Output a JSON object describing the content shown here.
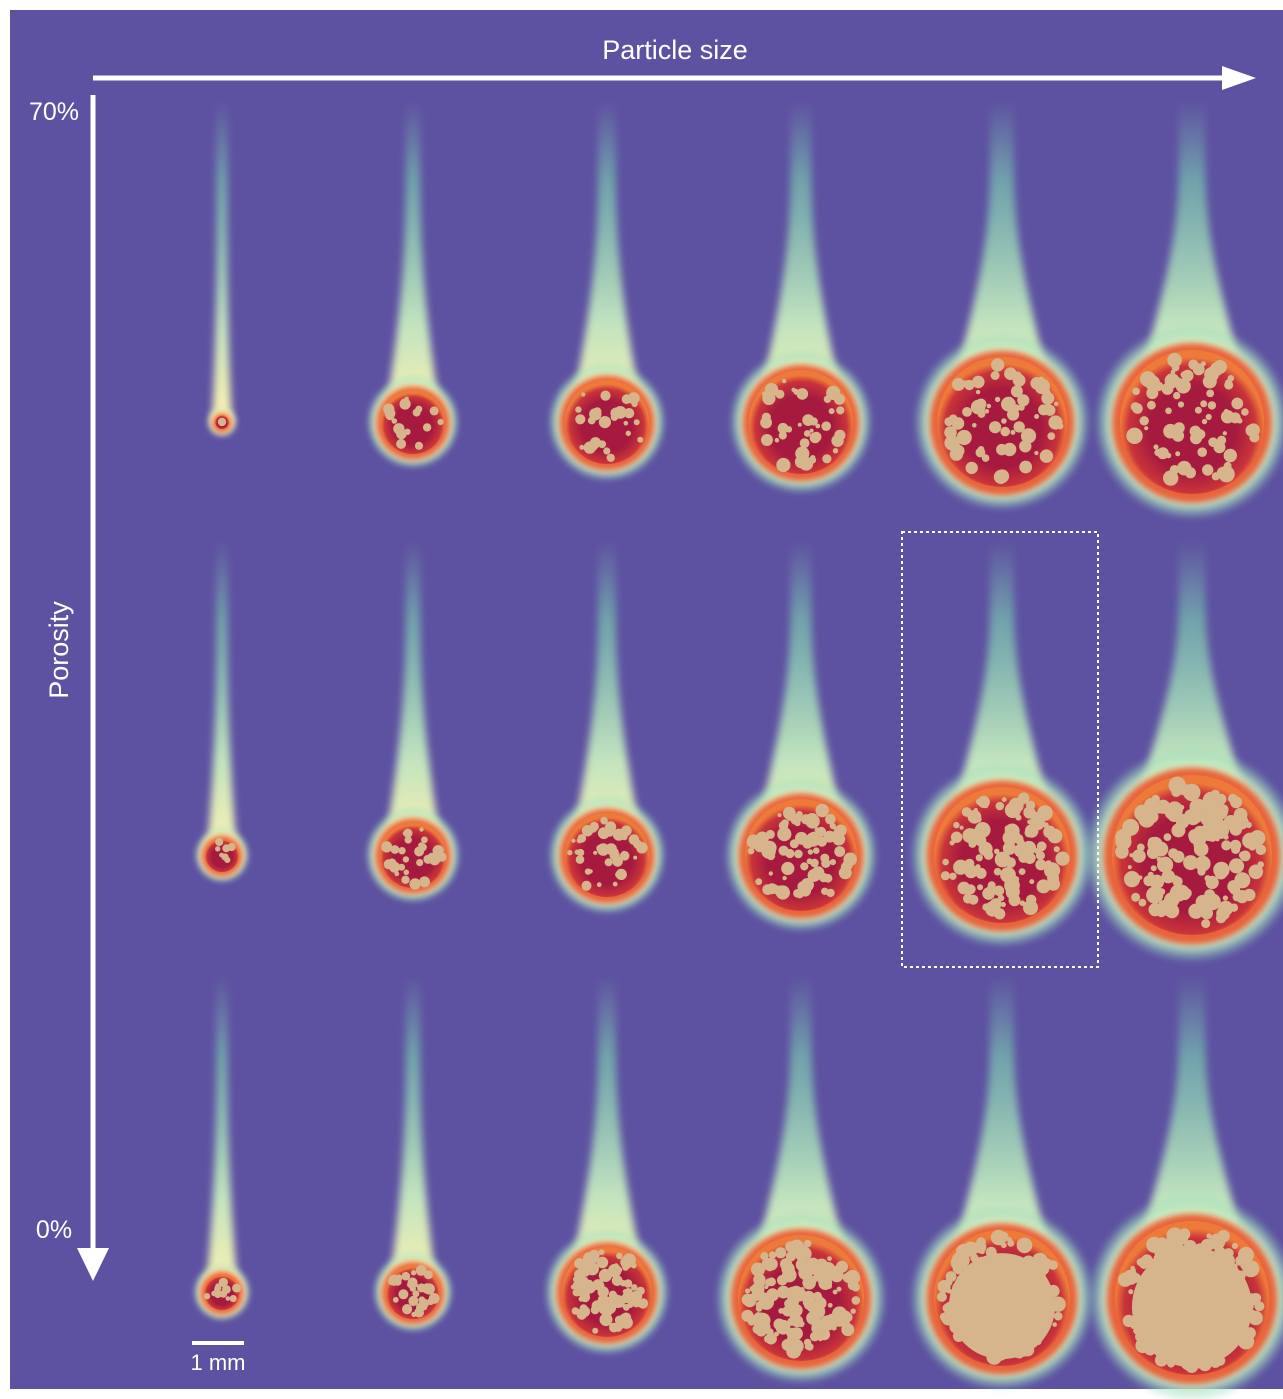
{
  "figure": {
    "x_axis_label": "Particle size",
    "y_axis_label": "Porosity",
    "y_top_label": "70%",
    "y_bottom_label": "0%",
    "scale_bar_label": "1 mm",
    "highlighted_panel": {
      "row": 2,
      "col": 5
    }
  },
  "grid": {
    "rows": 3,
    "cols": 6,
    "rows_porosity": [
      "70%",
      "intermediate",
      "0%"
    ]
  },
  "colors": {
    "background": "#5d51a1",
    "plume_tail": "#7fd7b3",
    "plume_mid": "#fff2b0",
    "flame_orange": "#e8542f",
    "core": "#a51a3e",
    "particle": "#d6b48c",
    "annotation": "#ffffff"
  }
}
